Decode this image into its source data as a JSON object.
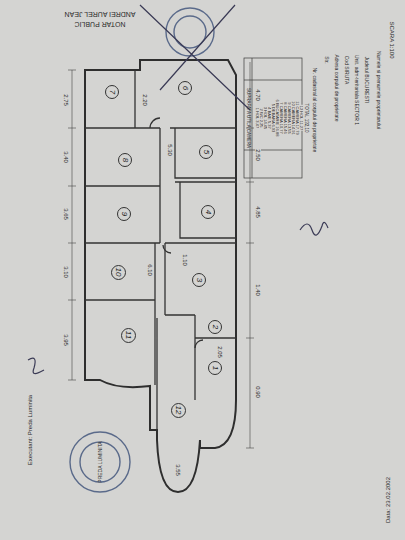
{
  "diagram": {
    "nodes": [
      {
        "text": [
          "7"
        ]
      },
      {
        "text": [
          "6"
        ]
      },
      {
        "text": [
          "8"
        ]
      },
      {
        "text": [
          "5"
        ]
      },
      {
        "text": [
          "9"
        ]
      },
      {
        "text": [
          "4"
        ]
      },
      {
        "text": [
          "10"
        ]
      },
      {
        "text": [
          "3"
        ]
      },
      {
        "text": [
          "11"
        ]
      },
      {
        "text": [
          "2"
        ]
      },
      {
        "text": [
          "1"
        ]
      },
      {
        "text": [
          "12"
        ]
      }
    ],
    "edges": [],
    "labels": [
      "ANDREI AUREL JEAN",
      "NOTAR PUBLIC",
      "SCARA 1:100",
      "Numele si prenumele proprietarului",
      "Judetul BUCURESTI",
      "Unit. adm-teritoriala SECTOR 1",
      "Cod SIRUTA",
      "Adresa corpului de proprietate",
      "Str.",
      "Nr. cadastral al corpului de proprietate",
      "SUPRAFATA UTILA CAMERA",
      "1 HOL 3,47",
      "2 WC 2,25",
      "3 HOL 14,45",
      "4 BAIE 5,37",
      "5 DEBARA 6,93",
      "6 BUCATARIE 16,88",
      "7 CAMERA 10,77",
      "8 CAMERA 15,46",
      "9 CAMERA 13,55",
      "10 CAMERA 14,91",
      "11 CAMERA 17,79",
      "12 HOL 11,27",
      "TOTAL 132,10",
      "Executant: Preda Luminita",
      "Data: 23.02.2002",
      "PREDA LUMINITA",
      "2.75",
      "3.40",
      "3.65",
      "3.10",
      "3.95",
      "4.70",
      "2.50",
      "4.85",
      "1.40",
      "0.90",
      "2.20",
      "5.30",
      "6.10",
      "1.10",
      "2.05",
      "3.55"
    ]
  }
}
